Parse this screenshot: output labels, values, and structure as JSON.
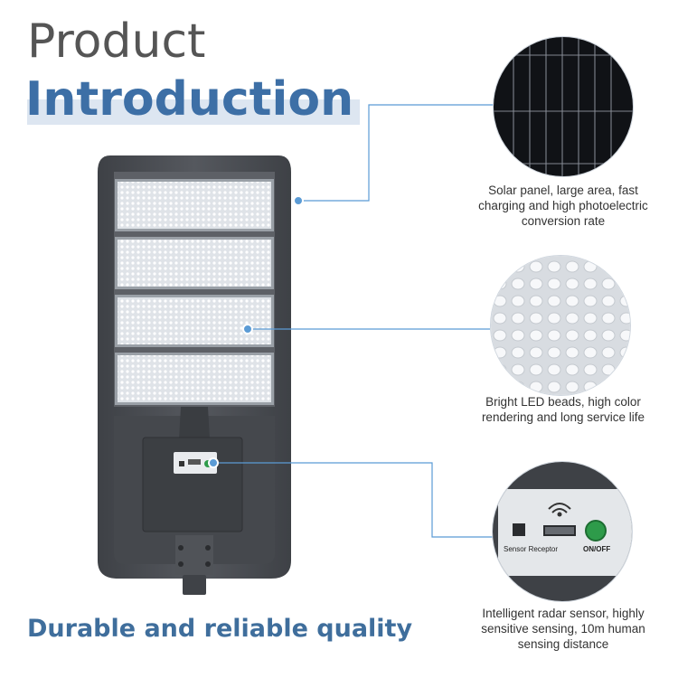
{
  "heading": {
    "line1": "Product",
    "line2": "Introduction"
  },
  "footer": {
    "tagline": "Durable and reliable quality"
  },
  "callouts": [
    {
      "icon": "solar-panel-icon",
      "text": "Solar panel, large area, fast charging and high photoelectric conversion rate"
    },
    {
      "icon": "led-beads-icon",
      "text": "Bright LED beads, high color rendering and long service life"
    },
    {
      "icon": "radar-sensor-icon",
      "text": "Intelligent radar sensor, highly sensitive sensing, 10m human sensing distance"
    }
  ],
  "sensor_panel": {
    "receptor_label": "Sensor Receptor",
    "switch_label": "ON/OFF"
  },
  "colors": {
    "accent": "#3d6fa6",
    "connector": "#5b9bd5",
    "housing": "#4a4d52",
    "switch_green": "#2e9b4a"
  }
}
